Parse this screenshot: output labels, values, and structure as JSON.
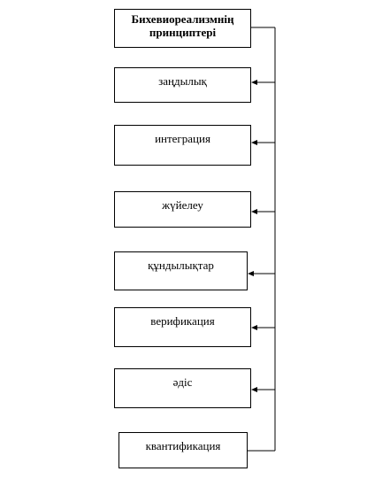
{
  "root": {
    "line1": "Бихевиореализмнің",
    "line2": "принциптері"
  },
  "items": [
    {
      "label": "заңдылық"
    },
    {
      "label": "интеграция"
    },
    {
      "label": "жүйелеу"
    },
    {
      "label": "құндылықтар"
    },
    {
      "label": "верификация"
    },
    {
      "label": "әдіс"
    },
    {
      "label": "квантификация"
    }
  ]
}
